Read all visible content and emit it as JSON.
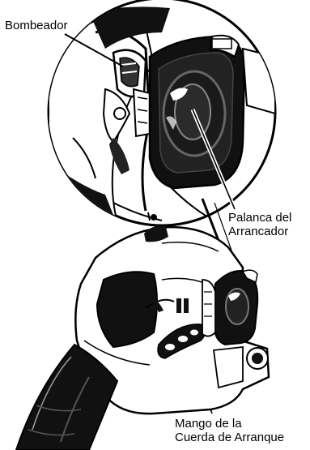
{
  "labels": {
    "primer": "Bombeador",
    "starter_lever": [
      "Palanca del",
      "Arrancador"
    ],
    "rope_handle": [
      "Mango de la",
      "Cuerda de Arranque"
    ]
  },
  "colors": {
    "ink": "#000000",
    "dark_fill": "#111111",
    "mid_fill": "#555555",
    "paper": "#ffffff"
  }
}
